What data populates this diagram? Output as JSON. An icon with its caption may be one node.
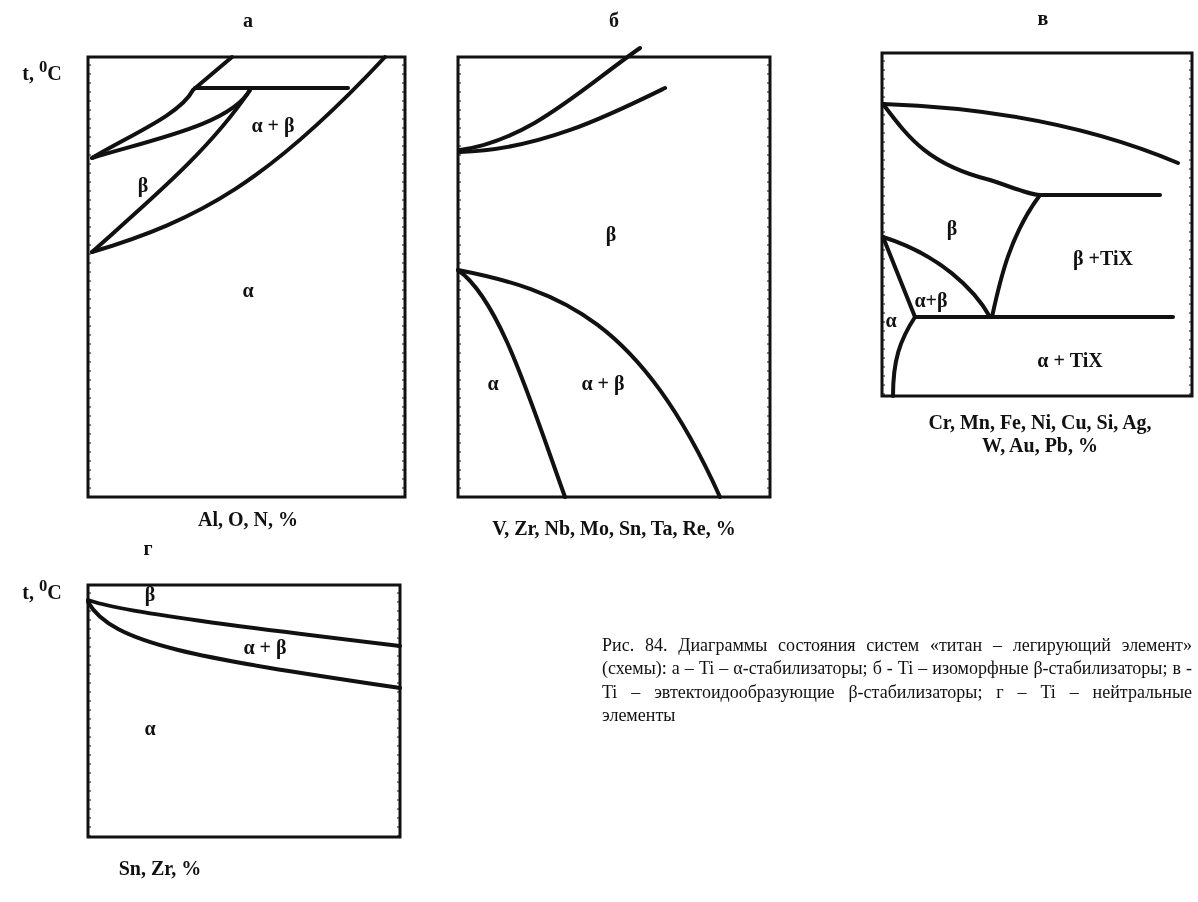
{
  "diagram": {
    "caption": "Рис. 84. Диаграммы состояния систем «титан – легирующий элемент» (схемы): а – Ti – α-стабилизаторы; б - Ti – изоморфные β-стабилизаторы; в - Ti – эвтектоидообразующие β-стабилизаторы; г – Ti – нейтральные элементы",
    "labels": [
      "а",
      "б",
      "в",
      "t, $^{0}$C",
      "α + β",
      "β",
      "β",
      "β",
      "β +TiX",
      "α",
      "α+β",
      "α",
      "α",
      "α + β",
      "α + TiX",
      "Al, O, N, %",
      "V, Zr, Nb, Mo, Sn, Ta, Re, %",
      "Cr, Mn, Fe, Ni, Cu, Si, Ag, W, Au, Pb, %",
      "г",
      "t, $^{0}$C",
      "β",
      "α + β",
      "α",
      "Sn, Zr, %"
    ]
  }
}
